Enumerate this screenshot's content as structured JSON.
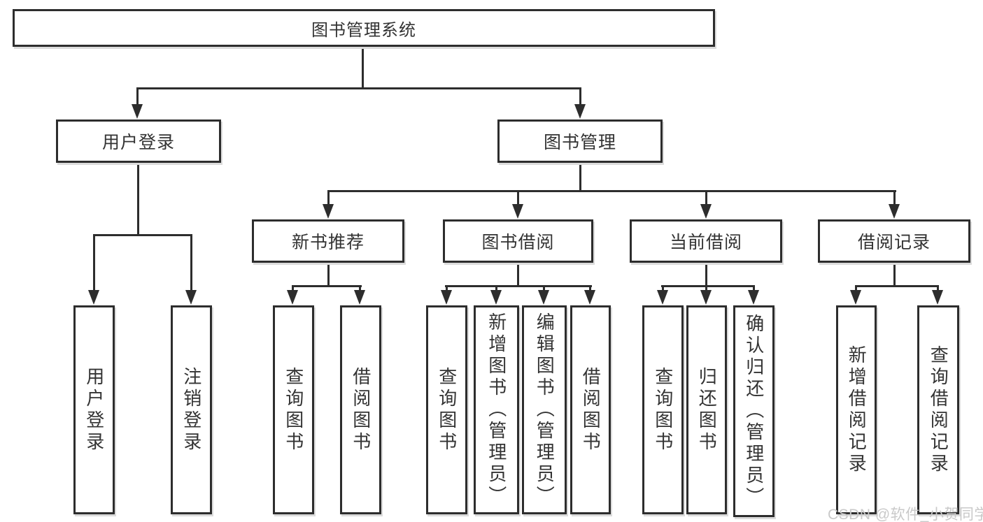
{
  "diagram_title": "图书管理系统",
  "tree": {
    "label": "图书管理系统",
    "children": [
      {
        "label": "用户登录",
        "children": [
          {
            "label": "用户登录"
          },
          {
            "label": "注销登录"
          }
        ]
      },
      {
        "label": "图书管理",
        "children": [
          {
            "label": "新书推荐",
            "children": [
              {
                "label": "查询图书"
              },
              {
                "label": "借阅图书"
              }
            ]
          },
          {
            "label": "图书借阅",
            "children": [
              {
                "label": "查询图书"
              },
              {
                "label": "新增图书（管理员）"
              },
              {
                "label": "编辑图书（管理员）"
              },
              {
                "label": "借阅图书"
              }
            ]
          },
          {
            "label": "当前借阅",
            "children": [
              {
                "label": "查询图书"
              },
              {
                "label": "归还图书"
              },
              {
                "label": "确认归还（管理员）"
              }
            ]
          },
          {
            "label": "借阅记录",
            "children": [
              {
                "label": "新增借阅记录"
              },
              {
                "label": "查询借阅记录"
              }
            ]
          }
        ]
      }
    ]
  },
  "watermark": "CSDN @软件_小贺同学",
  "colors": {
    "line": "#2d2d2d",
    "box_border": "#2d2d2d",
    "text": "#333333",
    "background": "#ffffff",
    "watermark": "#c9c9c9"
  }
}
